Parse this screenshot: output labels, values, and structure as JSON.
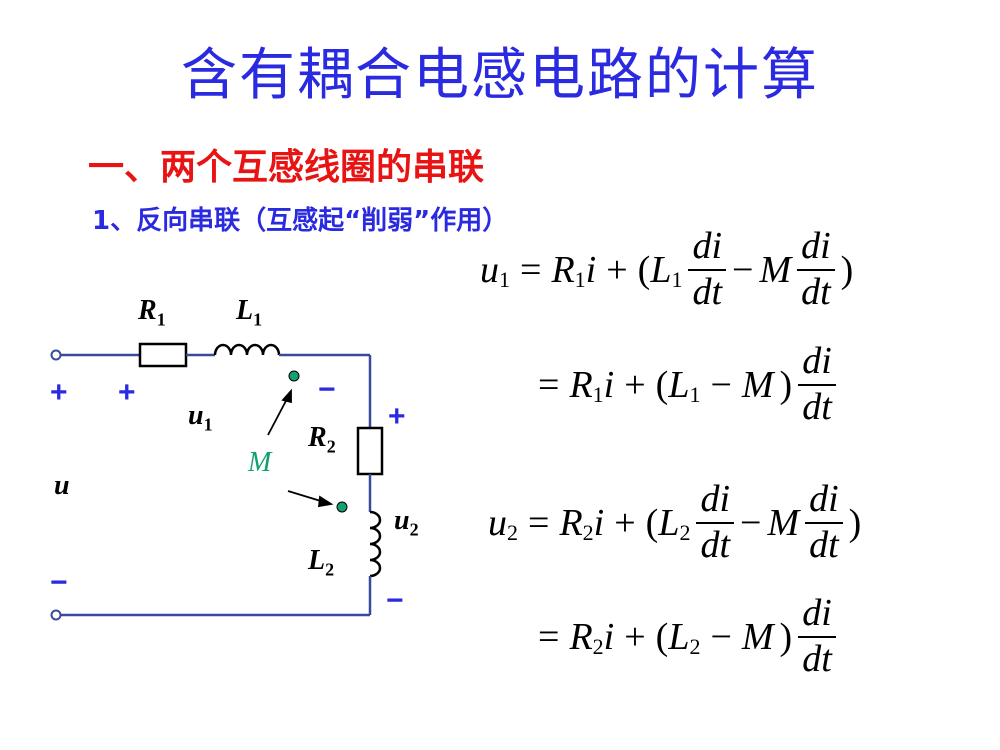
{
  "title": "含有耦合电感电路的计算",
  "section": "一、两个互感线圈的串联",
  "subsection": "1、反向串联（互感起“削弱”作用）",
  "circuit": {
    "r1": "R",
    "r1_sub": "1",
    "l1": "L",
    "l1_sub": "1",
    "r2": "R",
    "r2_sub": "2",
    "l2": "L",
    "l2_sub": "2",
    "u1": "u",
    "u1_sub": "1",
    "u2": "u",
    "u2_sub": "2",
    "u": "u",
    "m": "M",
    "plus": "+",
    "minus": "−"
  },
  "equations": {
    "u1": "u",
    "sub1": "1",
    "sub2": "2",
    "eq": "=",
    "plus": "+",
    "minus": "−",
    "R": "R",
    "L": "L",
    "M": "M",
    "i": "i",
    "lp": "(",
    "rp": ")",
    "num": "di",
    "den": "dt"
  },
  "colors": {
    "title": "#2a2ae0",
    "section": "#e81414",
    "wire": "#3a4a9a",
    "dot": "#11a06e"
  }
}
